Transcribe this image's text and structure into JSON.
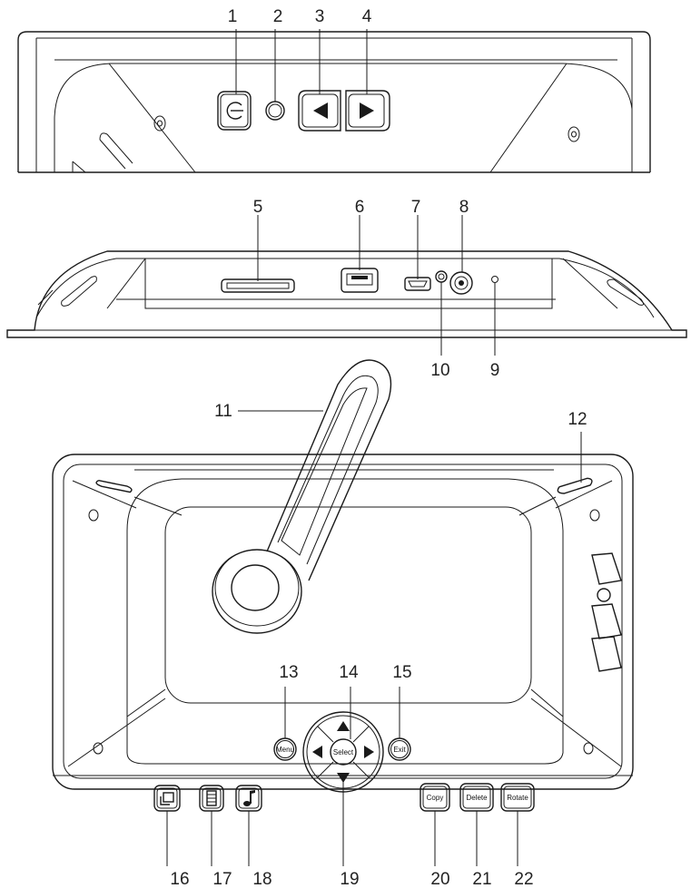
{
  "callouts": {
    "c1": "1",
    "c2": "2",
    "c3": "3",
    "c4": "4",
    "c5": "5",
    "c6": "6",
    "c7": "7",
    "c8": "8",
    "c9": "9",
    "c10": "10",
    "c11": "11",
    "c12": "12",
    "c13": "13",
    "c14": "14",
    "c15": "15",
    "c16": "16",
    "c17": "17",
    "c18": "18",
    "c19": "19",
    "c20": "20",
    "c21": "21",
    "c22": "22"
  },
  "buttons": {
    "menu": "Menu",
    "select": "Select",
    "exit": "Exit",
    "copy": "Copy",
    "delete": "Delete",
    "rotate": "Rotate"
  },
  "icons": {
    "power": "power-icon",
    "left": "left-arrow-icon",
    "right": "right-arrow-icon",
    "slideshow": "slideshow-icon",
    "film": "film-icon",
    "music": "music-note-icon"
  }
}
